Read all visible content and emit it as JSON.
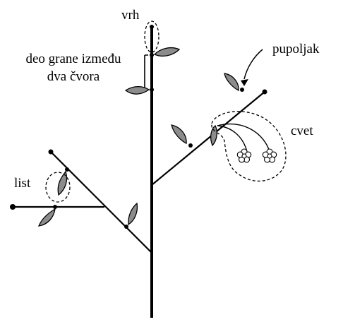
{
  "labels": {
    "vrh": "vrh",
    "internode_line1": "deo grane između",
    "internode_line2": "dva čvora",
    "pupoljak": "pupoljak",
    "cvet": "cvet",
    "list": "list"
  },
  "colors": {
    "stroke": "#000000",
    "leaf_fill": "#8c8c8c",
    "background": "#ffffff"
  },
  "icons": [
    "leaf-icon",
    "flower-icon",
    "bud-icon",
    "node-icon"
  ]
}
